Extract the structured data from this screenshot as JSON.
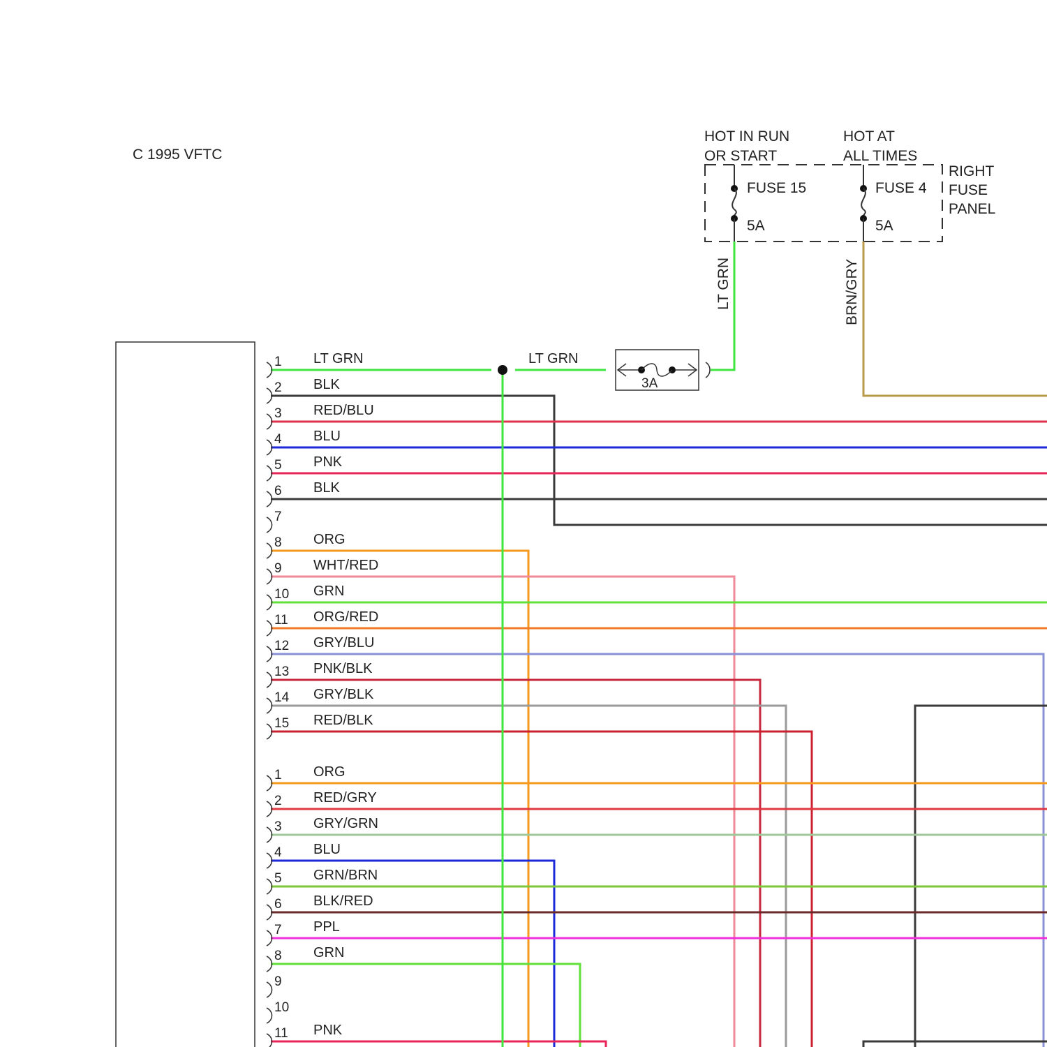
{
  "copyright": "C  1995 VFTC",
  "fuse_panel": {
    "label_lines": [
      "RIGHT",
      "FUSE",
      "PANEL"
    ],
    "hot_run": [
      "HOT IN RUN",
      "OR START"
    ],
    "hot_all": [
      "HOT AT",
      "ALL TIMES"
    ],
    "fuse_a": {
      "name": "FUSE 15",
      "rating": "5A",
      "wire": "LT GRN"
    },
    "fuse_b": {
      "name": "FUSE 4",
      "rating": "5A",
      "wire": "BRN/GRY"
    }
  },
  "inline_fuse": {
    "rating": "3A"
  },
  "splice_wire_label": "LT GRN",
  "colors": {
    "lt_grn": "#3ee63e",
    "blk": "#3a3a3a",
    "red_blu": "#e0304a",
    "blu": "#1c2ad8",
    "pnk": "#e8245a",
    "org": "#f59a1c",
    "wht_red": "#f08a98",
    "grn": "#62e03a",
    "org_red": "#f07a2a",
    "gry_blu": "#8a90d8",
    "pnk_blk": "#c8283c",
    "gry_blk": "#9a9a9a",
    "red_blk": "#cc2030",
    "red_gry": "#e03840",
    "gry_grn": "#9ec89a",
    "grn_brn": "#7cc83a",
    "blk_red": "#6a2a2a",
    "ppl": "#f030d8",
    "brn_gry": "#b89a4a"
  },
  "connector_a": [
    {
      "pin": "1",
      "wire": "LT GRN"
    },
    {
      "pin": "2",
      "wire": "BLK"
    },
    {
      "pin": "3",
      "wire": "RED/BLU"
    },
    {
      "pin": "4",
      "wire": "BLU"
    },
    {
      "pin": "5",
      "wire": "PNK"
    },
    {
      "pin": "6",
      "wire": "BLK"
    },
    {
      "pin": "7",
      "wire": ""
    },
    {
      "pin": "8",
      "wire": "ORG"
    },
    {
      "pin": "9",
      "wire": "WHT/RED"
    },
    {
      "pin": "10",
      "wire": "GRN"
    },
    {
      "pin": "11",
      "wire": "ORG/RED"
    },
    {
      "pin": "12",
      "wire": "GRY/BLU"
    },
    {
      "pin": "13",
      "wire": "PNK/BLK"
    },
    {
      "pin": "14",
      "wire": "GRY/BLK"
    },
    {
      "pin": "15",
      "wire": "RED/BLK"
    }
  ],
  "connector_b": [
    {
      "pin": "1",
      "wire": "ORG"
    },
    {
      "pin": "2",
      "wire": "RED/GRY"
    },
    {
      "pin": "3",
      "wire": "GRY/GRN"
    },
    {
      "pin": "4",
      "wire": "BLU"
    },
    {
      "pin": "5",
      "wire": "GRN/BRN"
    },
    {
      "pin": "6",
      "wire": "BLK/RED"
    },
    {
      "pin": "7",
      "wire": "PPL"
    },
    {
      "pin": "8",
      "wire": "GRN"
    },
    {
      "pin": "9",
      "wire": ""
    },
    {
      "pin": "10",
      "wire": ""
    },
    {
      "pin": "11",
      "wire": "PNK"
    }
  ]
}
